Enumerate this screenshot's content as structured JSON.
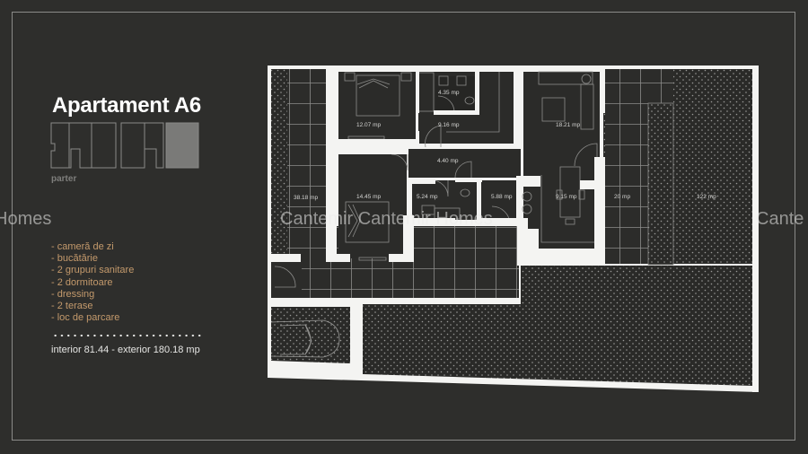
{
  "header": {
    "title": "Apartament A6",
    "level": "parter"
  },
  "features": [
    "- cameră de zi",
    "- bucătărie",
    "- 2 grupuri sanitare",
    "- 2 dormitoare",
    "- dressing",
    "- 2 terase",
    "- loc de parcare"
  ],
  "summary": {
    "area_text": "interior 81.44 - exterior 180.18 mp"
  },
  "watermark": {
    "left": "Homes",
    "center": "Cantemir Cantemir Homes",
    "right": "Cante"
  },
  "rooms": [
    {
      "id": "terrace-west",
      "label": "38.18 mp"
    },
    {
      "id": "bedroom-1",
      "label": "12.07 mp"
    },
    {
      "id": "bathroom-1",
      "label": "4.35 mp"
    },
    {
      "id": "hall-1",
      "label": "9.16 mp"
    },
    {
      "id": "living-room",
      "label": "18.21 mp"
    },
    {
      "id": "hall-2",
      "label": "4.40 mp"
    },
    {
      "id": "bedroom-2",
      "label": "14.45 mp"
    },
    {
      "id": "bathroom-2",
      "label": "5.24 mp"
    },
    {
      "id": "dressing",
      "label": "5.88 mp"
    },
    {
      "id": "kitchen",
      "label": "9.15 mp"
    },
    {
      "id": "terrace-east",
      "label": "20 mp"
    },
    {
      "id": "garden",
      "label": "122 mp"
    }
  ],
  "colors": {
    "background": "#2e2e2c",
    "walls": "#f4f4f2",
    "floor": "#2b2b29",
    "lines": "#8c8c8a",
    "feature_text": "#c49a6c",
    "keyplan_highlight": "#7a7a78"
  }
}
